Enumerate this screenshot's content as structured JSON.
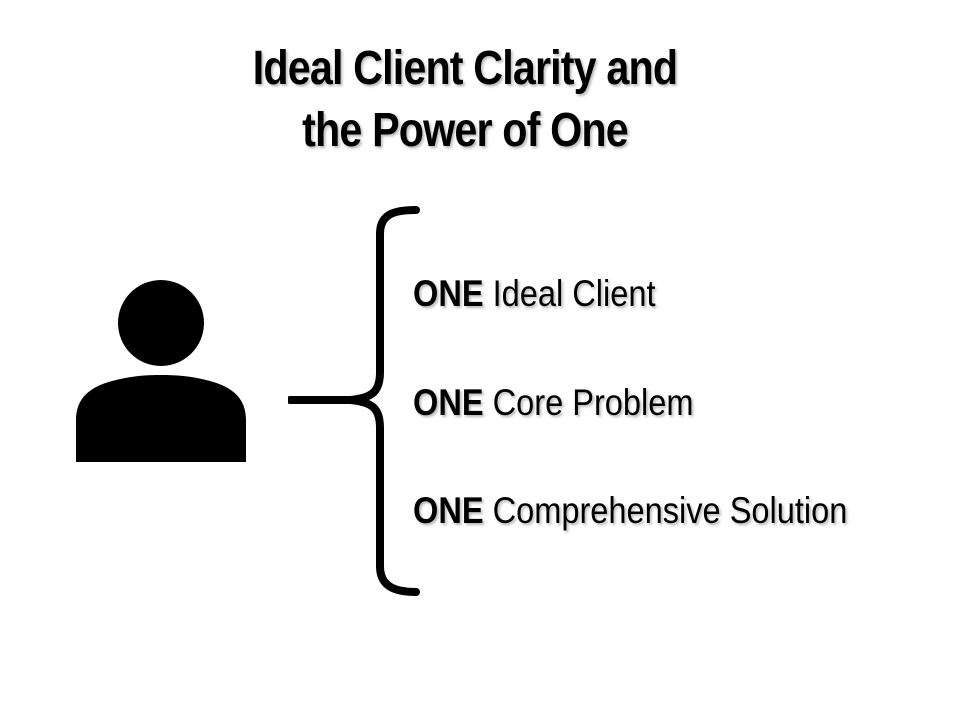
{
  "title": {
    "line1": "Ideal Client Clarity and",
    "line2": "the Power of One"
  },
  "icons": {
    "person": "person-icon",
    "brace": "curly-brace-icon"
  },
  "items": [
    {
      "lead": "ONE",
      "text": "Ideal Client"
    },
    {
      "lead": "ONE",
      "text": "Core Problem"
    },
    {
      "lead": "ONE",
      "text": "Comprehensive Solution"
    }
  ],
  "colors": {
    "background": "#ffffff",
    "text": "#000000",
    "shapes": "#000000"
  }
}
